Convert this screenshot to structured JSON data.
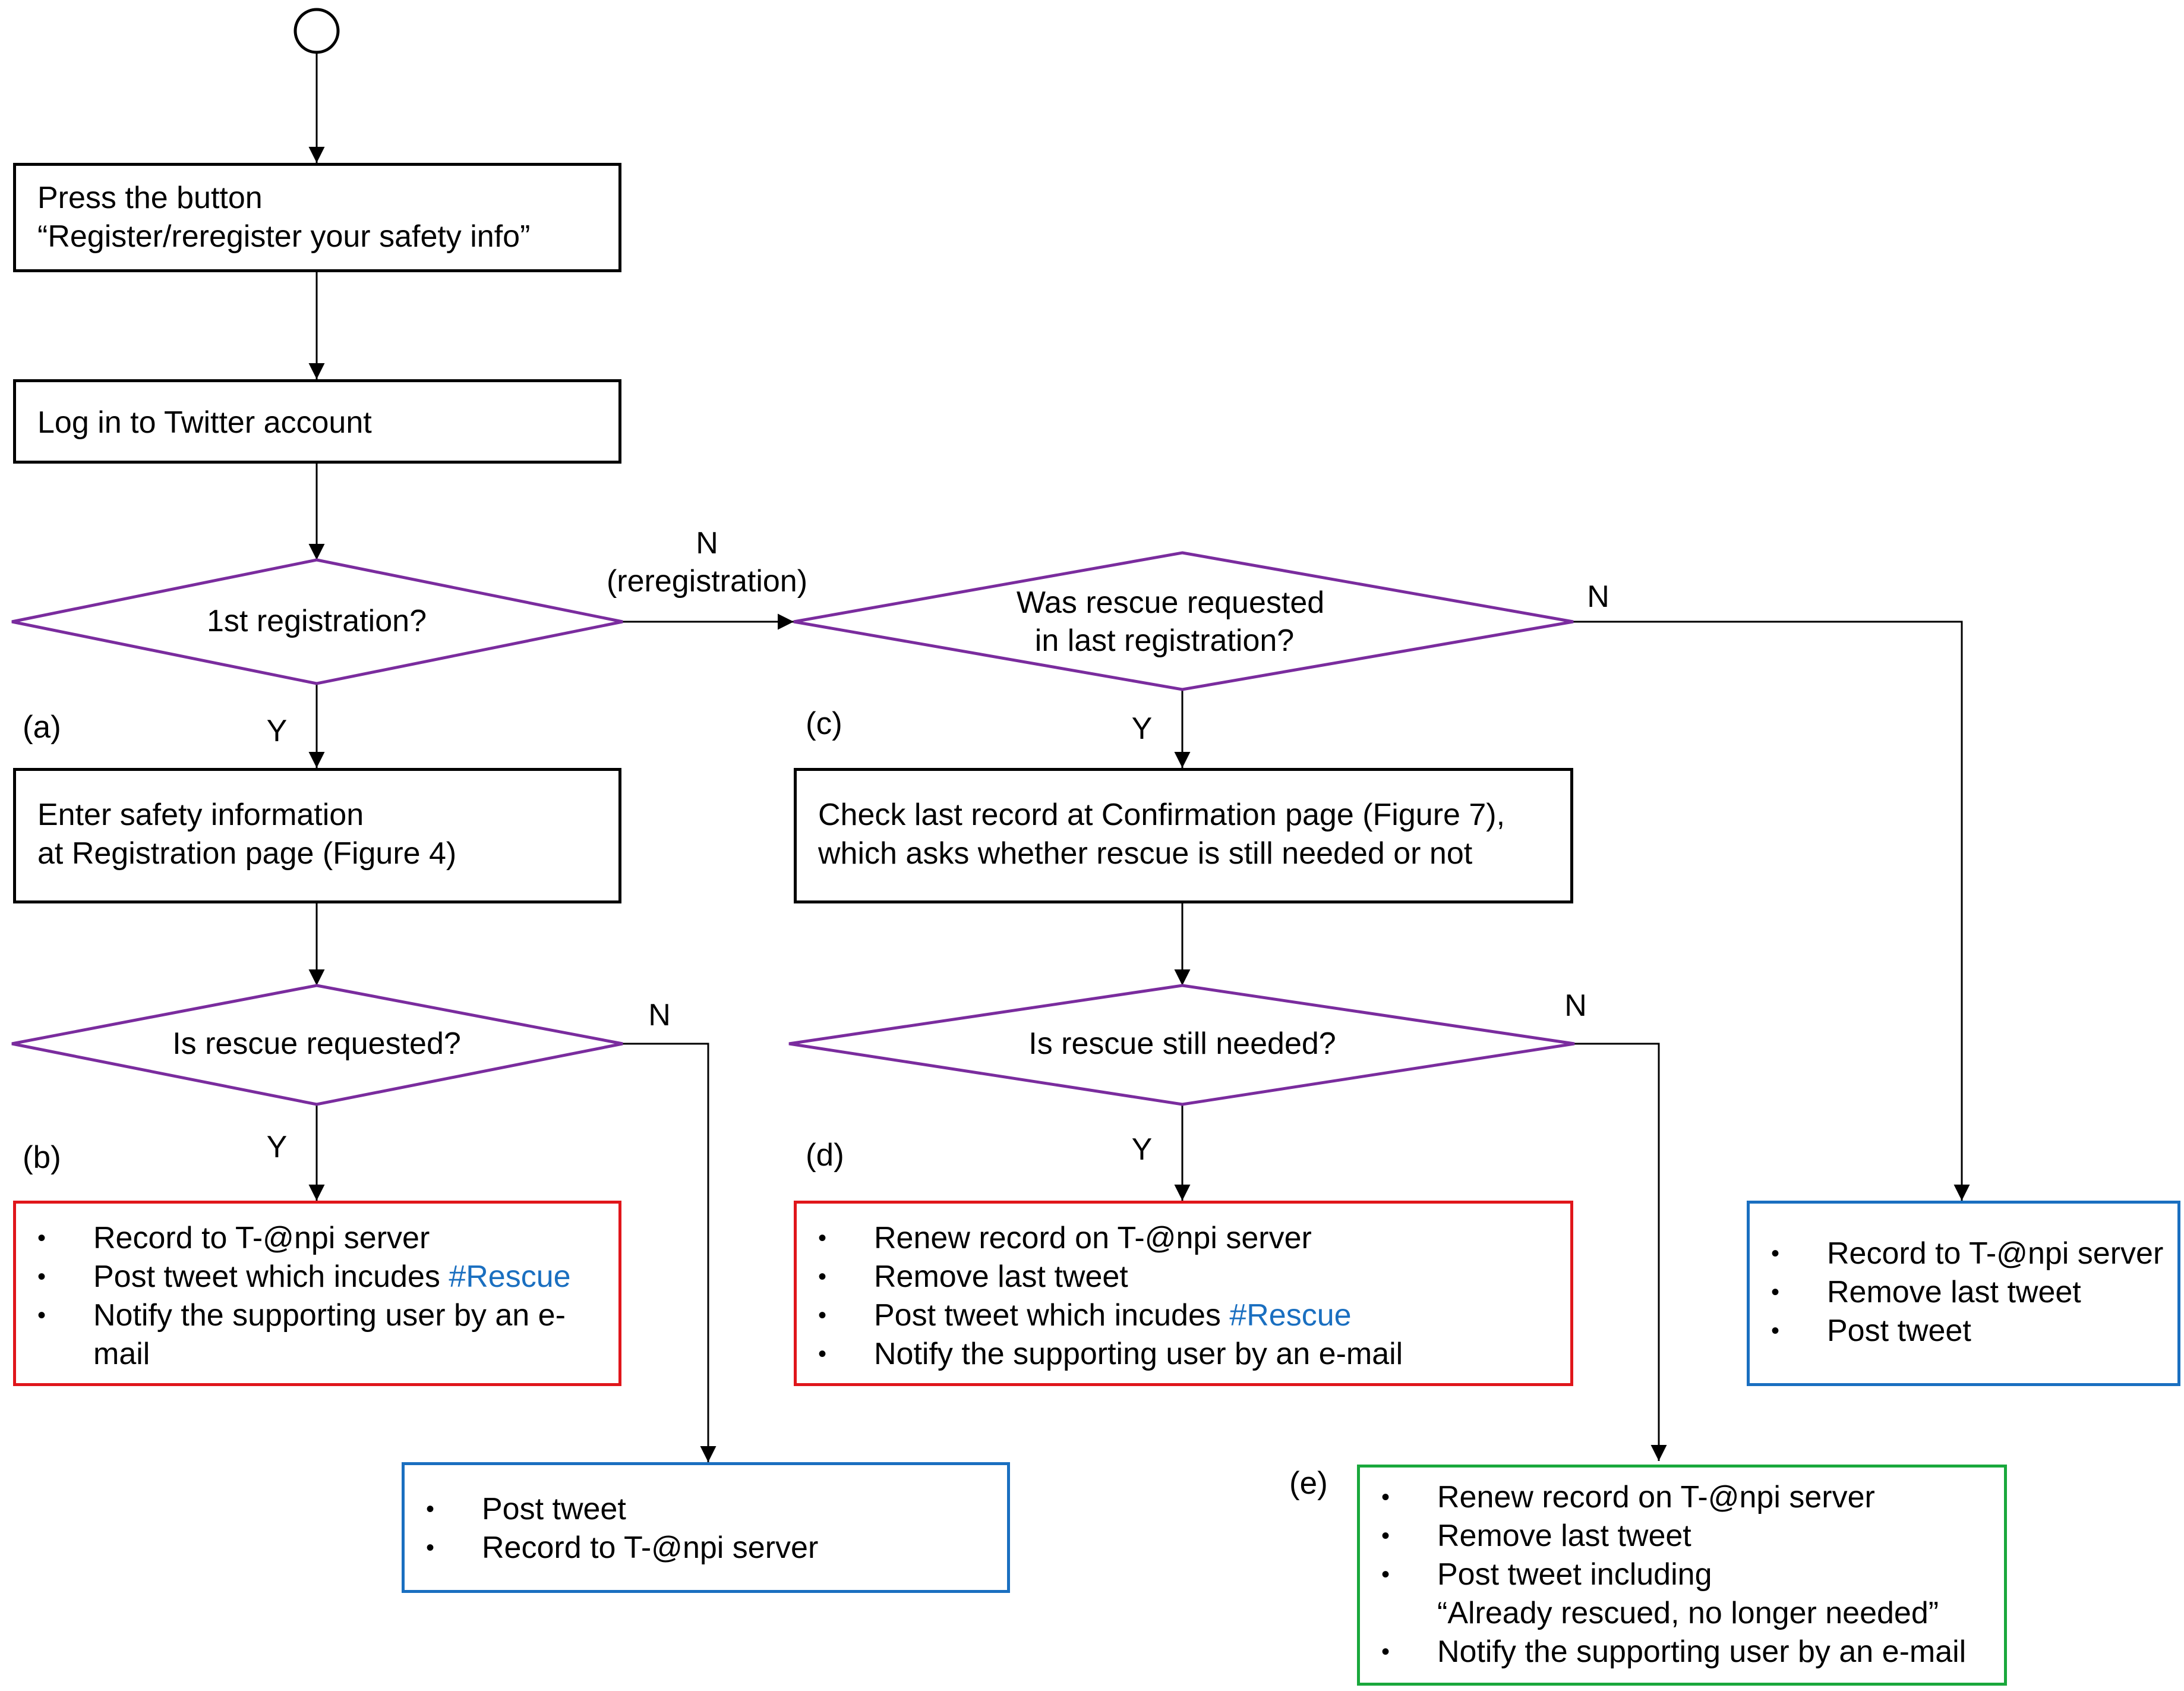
{
  "diagram": {
    "start": "",
    "press_button": {
      "line1": "Press the button",
      "line2": "“Register/reregister your safety info”"
    },
    "login": "Log in to Twitter account",
    "first_registration": "1st registration?",
    "label_n_reregistration": {
      "n": "N",
      "detail": "(reregistration)"
    },
    "was_rescue_requested": {
      "line1": "Was rescue requested",
      "line2": "in last registration?"
    },
    "label_a": "(a)",
    "label_b": "(b)",
    "label_c": "(c)",
    "label_d": "(d)",
    "label_e": "(e)",
    "yes": "Y",
    "no": "N",
    "enter_safety": {
      "line1": "Enter safety information",
      "line2": "at Registration page (Figure 4)"
    },
    "check_last_record": {
      "line1": "Check last record at Confirmation page (Figure 7),",
      "line2": "which asks whether rescue is still needed or not"
    },
    "is_rescue_requested": "Is rescue requested?",
    "is_rescue_still_needed": "Is rescue still needed?",
    "box_b": {
      "item1": "Record to T-@npi server",
      "item2_prefix": "Post tweet which incudes ",
      "item2_tag": "#Rescue",
      "item3_line1": "Notify the supporting user by an e-",
      "item3_line2": "mail"
    },
    "box_post_tweet": {
      "item1": "Post tweet",
      "item2": "Record to T-@npi server"
    },
    "box_d": {
      "item1": "Renew record on T-@npi server",
      "item2": "Remove last tweet",
      "item3_prefix": "Post tweet which incudes ",
      "item3_tag": "#Rescue",
      "item4": "Notify the supporting user by an e-mail"
    },
    "box_e": {
      "item1": "Renew record on T-@npi server",
      "item2": "Remove last tweet",
      "item3_line1": "Post tweet including",
      "item3_line2": "“Already rescued, no longer needed”",
      "item4": "Notify the supporting user by an e-mail"
    },
    "box_right": {
      "item1": "Record to T-@npi server",
      "item2": "Remove last tweet",
      "item3": "Post tweet"
    },
    "colors": {
      "decision": "#7a2c9e",
      "rescue_box": "#e0161b",
      "info_box": "#1a6fc0",
      "rescued_box": "#19a83c",
      "hashtag": "#1a6fc0"
    }
  }
}
